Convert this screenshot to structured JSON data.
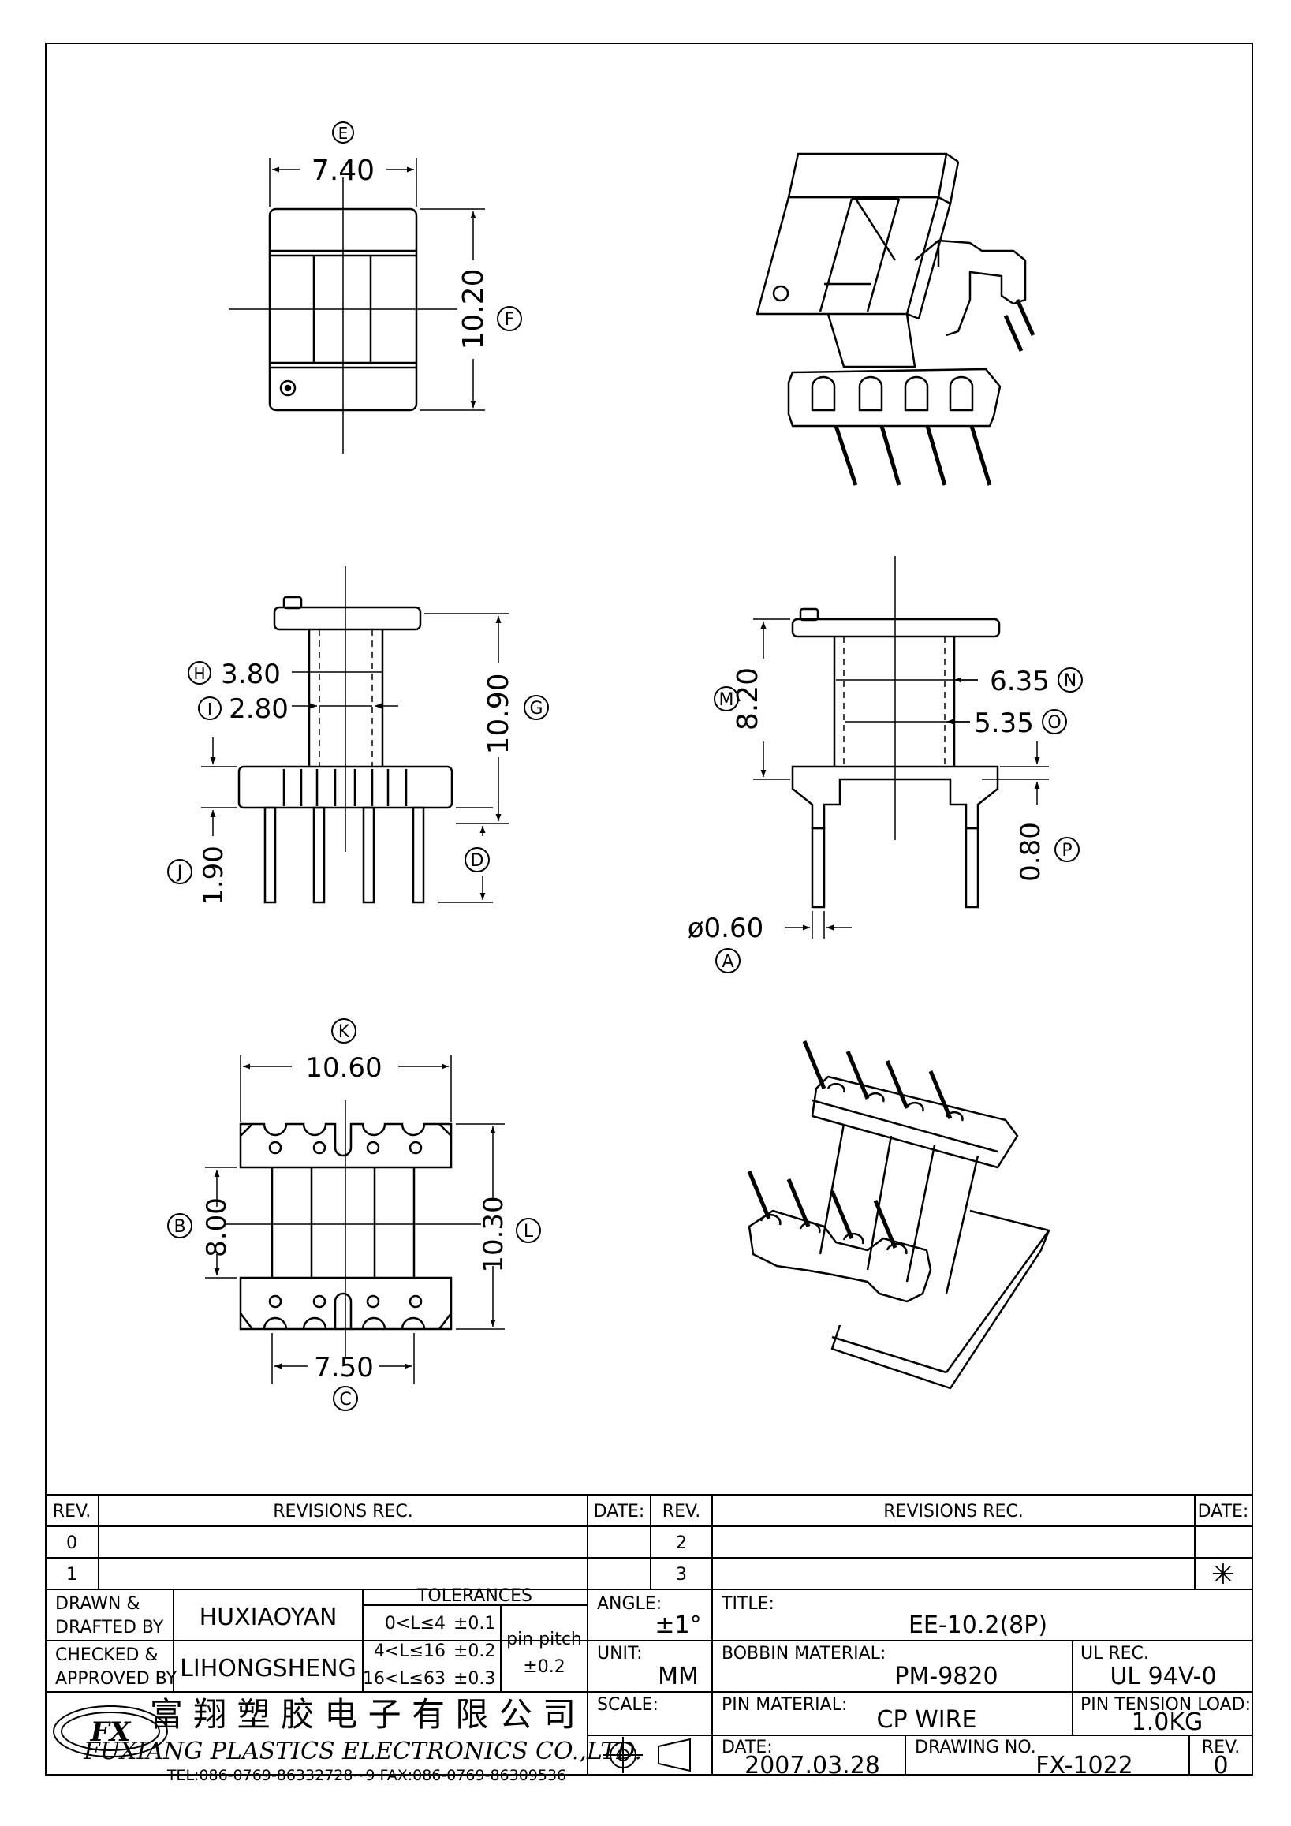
{
  "dimensions": {
    "E": {
      "letter": "E",
      "value": "7.40"
    },
    "F": {
      "letter": "F",
      "value": "10.20"
    },
    "H": {
      "letter": "H",
      "value": "3.80"
    },
    "I": {
      "letter": "I",
      "value": "2.80"
    },
    "G": {
      "letter": "G",
      "value": "10.90"
    },
    "J": {
      "letter": "J",
      "value": "1.90"
    },
    "D": {
      "letter": "D",
      "value": ""
    },
    "M": {
      "letter": "M",
      "value": "8.20"
    },
    "N": {
      "letter": "N",
      "value": "6.35"
    },
    "O": {
      "letter": "O",
      "value": "5.35"
    },
    "P": {
      "letter": "P",
      "value": "0.80"
    },
    "A": {
      "letter": "A",
      "value": "ø0.60"
    },
    "K": {
      "letter": "K",
      "value": "10.60"
    },
    "B": {
      "letter": "B",
      "value": "8.00"
    },
    "L": {
      "letter": "L",
      "value": "10.30"
    },
    "C": {
      "letter": "C",
      "value": "7.50"
    }
  },
  "title_block": {
    "headers": {
      "rev": "REV.",
      "revisions_rec": "REVISIONS   REC.",
      "date": "DATE:"
    },
    "rev_rows": [
      "0",
      "1",
      "2",
      "3"
    ],
    "revision_mark": "✳",
    "drawn_label_1": "DRAWN  &",
    "drawn_label_2": "DRAFTED  BY",
    "drawn_by": "HUXIAOYAN",
    "checked_label_1": "CHECKED  &",
    "checked_label_2": "APPROVED  BY",
    "checked_by": "LIHONGSHENG",
    "tolerances_title": "TOLERANCES",
    "tolerances": [
      {
        "range": "0<L≤4",
        "value": "±0.1"
      },
      {
        "range": "4<L≤16",
        "value": "±0.2"
      },
      {
        "range": "16<L≤63",
        "value": "±0.3"
      }
    ],
    "pin_pitch_label": "pin  pitch",
    "pin_pitch_value": "±0.2",
    "angle_label": "ANGLE:",
    "angle_value": "±1°",
    "unit_label": "UNIT:",
    "unit_value": "MM",
    "scale_label": "SCALE:",
    "title_label": "TITLE:",
    "title_value": "EE-10.2(8P)",
    "bobbin_material_label": "BOBBIN  MATERIAL:",
    "bobbin_material_value": "PM-9820",
    "ul_rec_label": "UL  REC.",
    "ul_rec_value": "UL  94V-0",
    "pin_material_label": "PIN  MATERIAL:",
    "pin_material_value": "CP  WIRE",
    "pin_tension_label": "PIN  TENSION  LOAD:",
    "pin_tension_value": "1.0KG",
    "date_label": "DATE:",
    "date_value": "2007.03.28",
    "drawing_no_label": "DRAWING  NO.",
    "drawing_no_value": "FX-1022",
    "rev_label": "REV.",
    "rev_value": "0",
    "company_cn": "富 翔 塑 胶 电 子 有 限 公 司",
    "company_en": "FUXIANG  PLASTICS  ELECTRONICS  CO.,LTD.",
    "contact": "TEL:086-0769-86332728~9   FAX:086-0769-86309536",
    "logo_text": "FX"
  }
}
